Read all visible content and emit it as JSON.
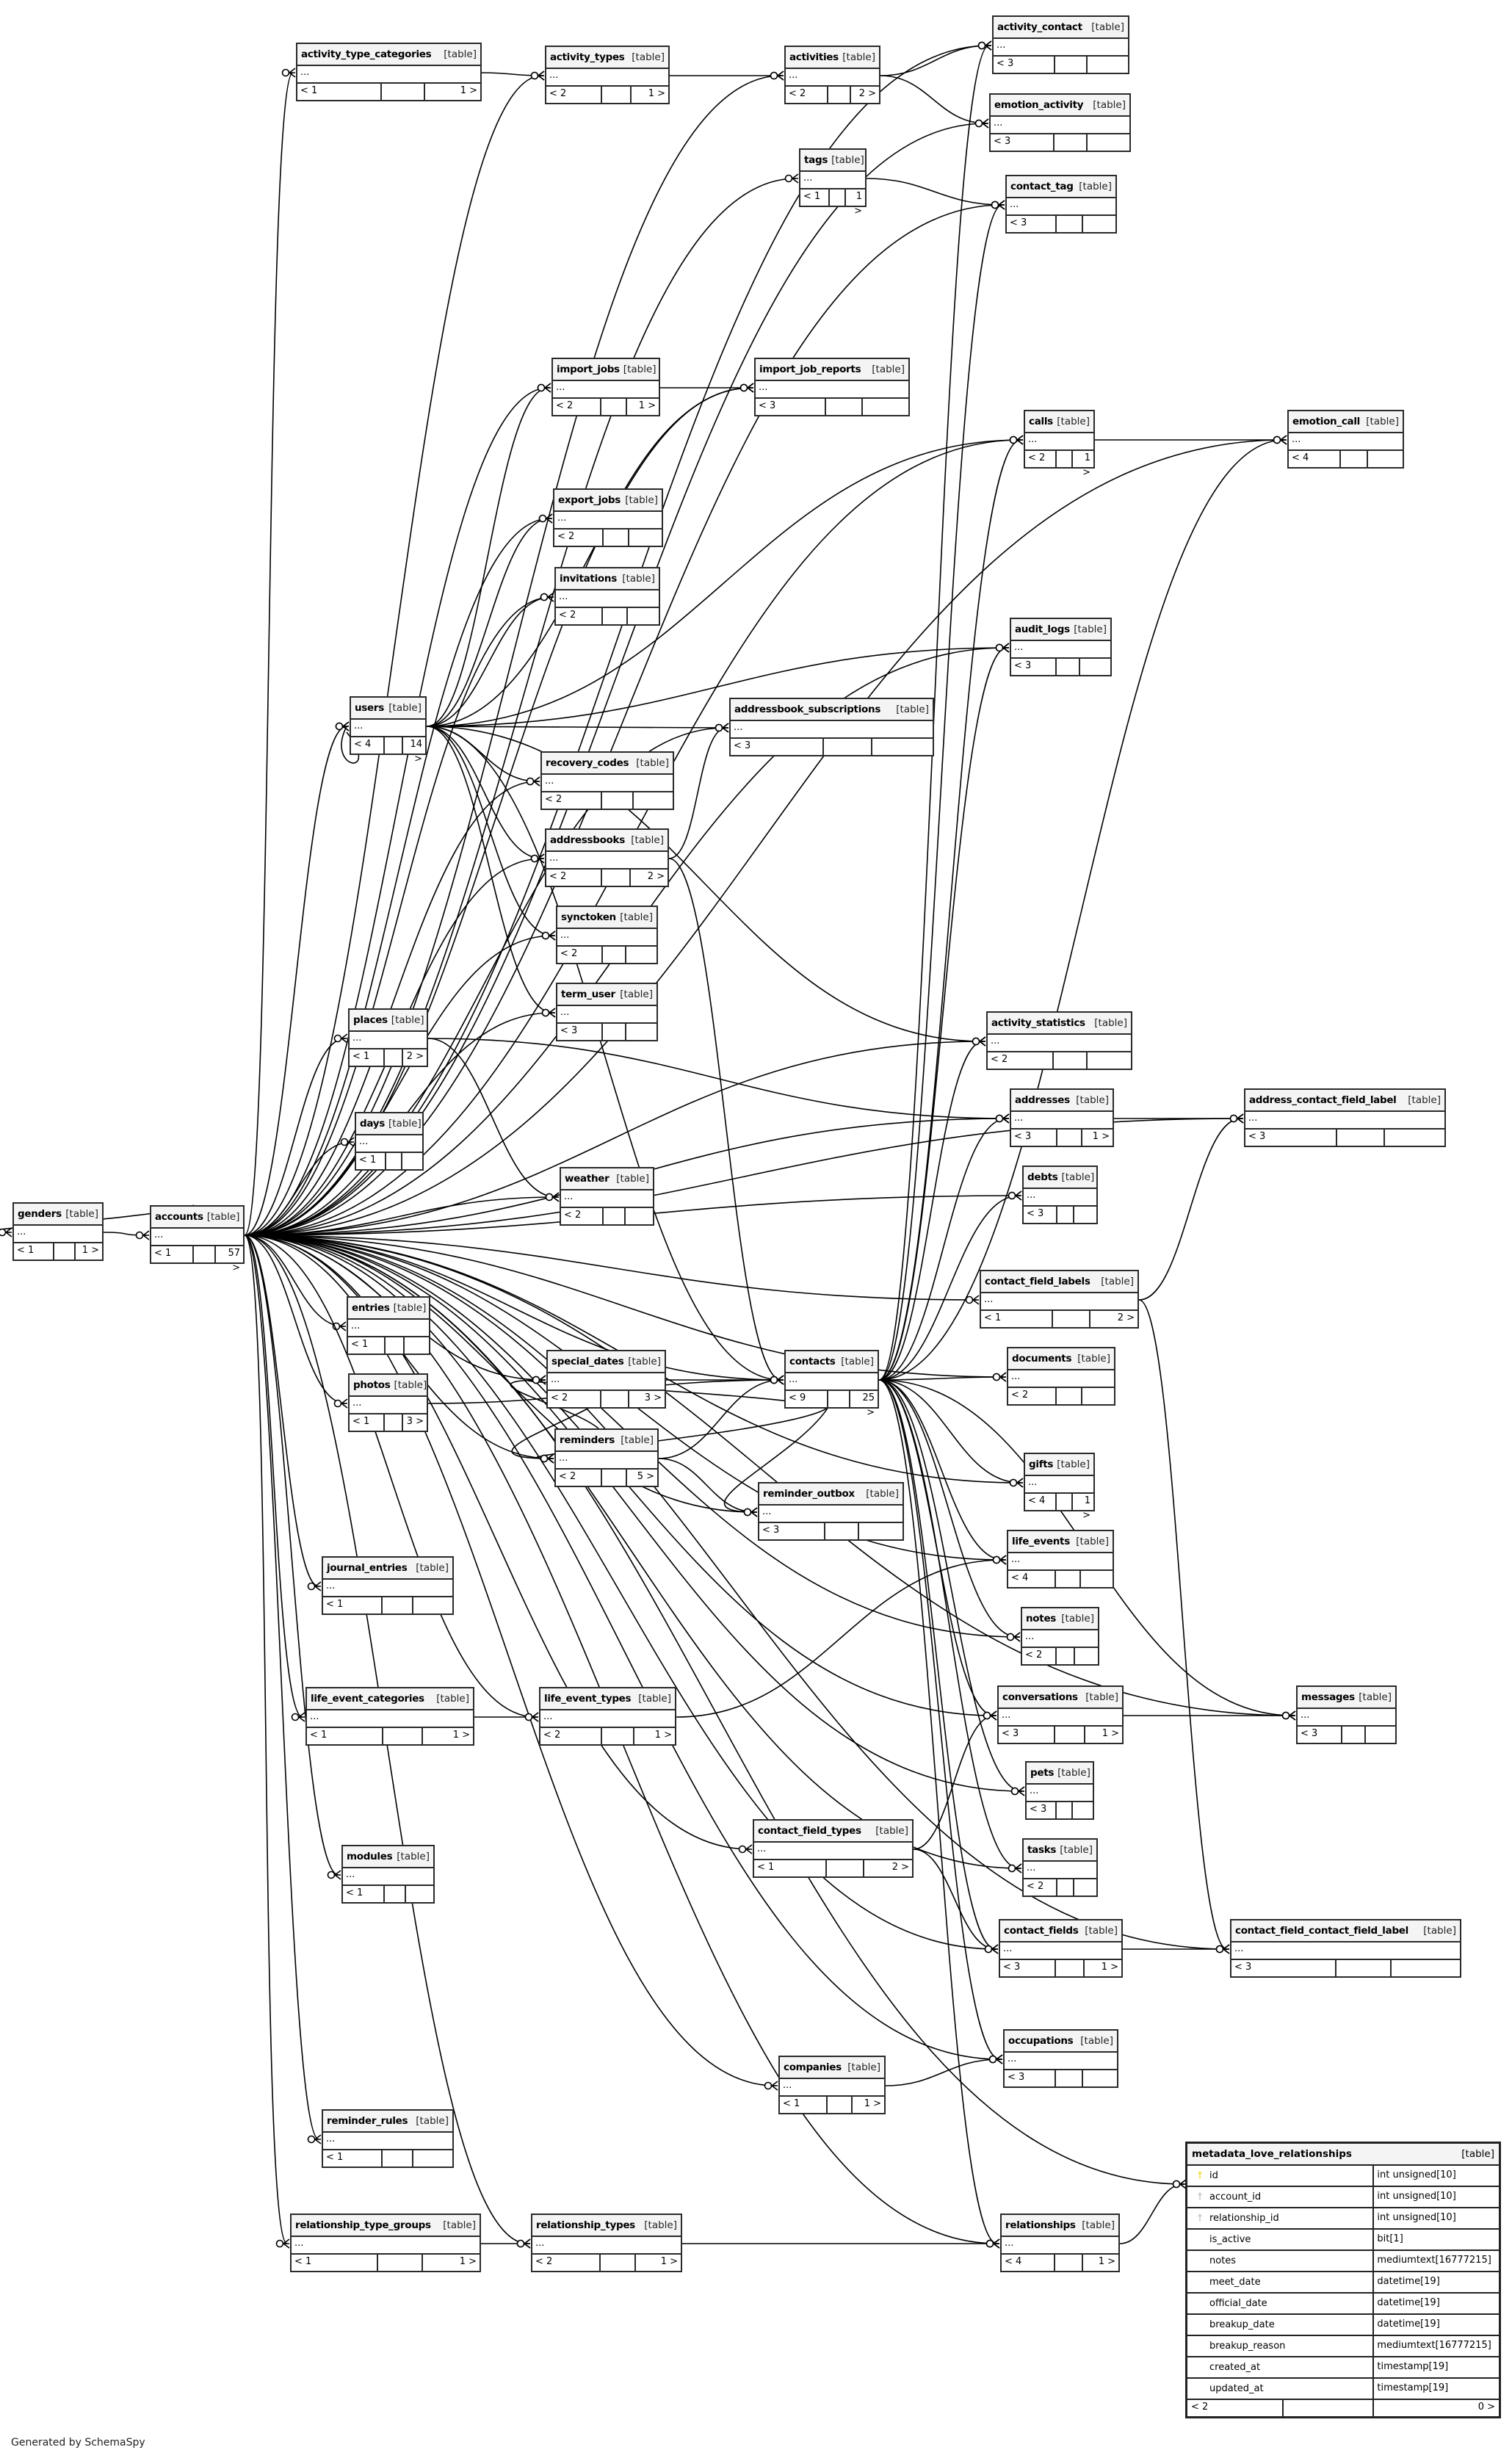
{
  "diagram": {
    "type_label": "[table]",
    "placeholder_row": "...",
    "tables": [
      {
        "name": "activity_type_categories",
        "parents": "1",
        "children": "1"
      },
      {
        "name": "activity_types",
        "parents": "2",
        "children": "1"
      },
      {
        "name": "activities",
        "parents": "2",
        "children": "2"
      },
      {
        "name": "activity_contact",
        "parents": "3",
        "children": ""
      },
      {
        "name": "emotion_activity",
        "parents": "3",
        "children": ""
      },
      {
        "name": "tags",
        "parents": "1",
        "children": "1"
      },
      {
        "name": "contact_tag",
        "parents": "3",
        "children": ""
      },
      {
        "name": "import_jobs",
        "parents": "2",
        "children": "1"
      },
      {
        "name": "import_job_reports",
        "parents": "3",
        "children": ""
      },
      {
        "name": "calls",
        "parents": "2",
        "children": "1"
      },
      {
        "name": "emotion_call",
        "parents": "4",
        "children": ""
      },
      {
        "name": "export_jobs",
        "parents": "2",
        "children": ""
      },
      {
        "name": "invitations",
        "parents": "2",
        "children": ""
      },
      {
        "name": "audit_logs",
        "parents": "3",
        "children": ""
      },
      {
        "name": "users",
        "parents": "4",
        "children": "14"
      },
      {
        "name": "addressbook_subscriptions",
        "parents": "3",
        "children": ""
      },
      {
        "name": "recovery_codes",
        "parents": "2",
        "children": ""
      },
      {
        "name": "addressbooks",
        "parents": "2",
        "children": "2"
      },
      {
        "name": "synctoken",
        "parents": "2",
        "children": ""
      },
      {
        "name": "term_user",
        "parents": "3",
        "children": ""
      },
      {
        "name": "places",
        "parents": "1",
        "children": "2"
      },
      {
        "name": "activity_statistics",
        "parents": "2",
        "children": ""
      },
      {
        "name": "addresses",
        "parents": "3",
        "children": "1"
      },
      {
        "name": "address_contact_field_label",
        "parents": "3",
        "children": ""
      },
      {
        "name": "days",
        "parents": "1",
        "children": ""
      },
      {
        "name": "debts",
        "parents": "3",
        "children": ""
      },
      {
        "name": "weather",
        "parents": "2",
        "children": ""
      },
      {
        "name": "genders",
        "parents": "1",
        "children": "1"
      },
      {
        "name": "accounts",
        "parents": "1",
        "children": "57"
      },
      {
        "name": "contact_field_labels",
        "parents": "1",
        "children": "2"
      },
      {
        "name": "entries",
        "parents": "1",
        "children": ""
      },
      {
        "name": "documents",
        "parents": "2",
        "children": ""
      },
      {
        "name": "special_dates",
        "parents": "2",
        "children": "3"
      },
      {
        "name": "contacts",
        "parents": "9",
        "children": "25"
      },
      {
        "name": "photos",
        "parents": "1",
        "children": "3"
      },
      {
        "name": "reminders",
        "parents": "2",
        "children": "5"
      },
      {
        "name": "gifts",
        "parents": "4",
        "children": "1"
      },
      {
        "name": "reminder_outbox",
        "parents": "3",
        "children": ""
      },
      {
        "name": "life_events",
        "parents": "4",
        "children": ""
      },
      {
        "name": "journal_entries",
        "parents": "1",
        "children": ""
      },
      {
        "name": "notes",
        "parents": "2",
        "children": ""
      },
      {
        "name": "life_event_categories",
        "parents": "1",
        "children": "1"
      },
      {
        "name": "life_event_types",
        "parents": "2",
        "children": "1"
      },
      {
        "name": "conversations",
        "parents": "3",
        "children": "1"
      },
      {
        "name": "messages",
        "parents": "3",
        "children": ""
      },
      {
        "name": "pets",
        "parents": "3",
        "children": ""
      },
      {
        "name": "contact_field_types",
        "parents": "1",
        "children": "2"
      },
      {
        "name": "tasks",
        "parents": "2",
        "children": ""
      },
      {
        "name": "modules",
        "parents": "1",
        "children": ""
      },
      {
        "name": "contact_fields",
        "parents": "3",
        "children": "1"
      },
      {
        "name": "contact_field_contact_field_label",
        "parents": "3",
        "children": ""
      },
      {
        "name": "occupations",
        "parents": "3",
        "children": ""
      },
      {
        "name": "companies",
        "parents": "1",
        "children": "1"
      },
      {
        "name": "reminder_rules",
        "parents": "1",
        "children": ""
      },
      {
        "name": "relationship_type_groups",
        "parents": "1",
        "children": "1"
      },
      {
        "name": "relationship_types",
        "parents": "2",
        "children": "1"
      },
      {
        "name": "relationships",
        "parents": "4",
        "children": "1"
      }
    ],
    "focus_table": {
      "name": "metadata_love_relationships",
      "type_label": "[table]",
      "columns": [
        {
          "name": "id",
          "type": "int unsigned[10]",
          "key": "primary-key"
        },
        {
          "name": "account_id",
          "type": "int unsigned[10]",
          "key": "foreign-key"
        },
        {
          "name": "relationship_id",
          "type": "int unsigned[10]",
          "key": "foreign-key"
        },
        {
          "name": "is_active",
          "type": "bit[1]",
          "key": ""
        },
        {
          "name": "notes",
          "type": "mediumtext[16777215]",
          "key": ""
        },
        {
          "name": "meet_date",
          "type": "datetime[19]",
          "key": ""
        },
        {
          "name": "official_date",
          "type": "datetime[19]",
          "key": ""
        },
        {
          "name": "breakup_date",
          "type": "datetime[19]",
          "key": ""
        },
        {
          "name": "breakup_reason",
          "type": "mediumtext[16777215]",
          "key": ""
        },
        {
          "name": "created_at",
          "type": "timestamp[19]",
          "key": ""
        },
        {
          "name": "updated_at",
          "type": "timestamp[19]",
          "key": ""
        }
      ],
      "parents": "2",
      "children": "0"
    },
    "relationships": [
      [
        "activity_type_categories",
        "activity_types"
      ],
      [
        "activity_types",
        "activities"
      ],
      [
        "activities",
        "activity_contact"
      ],
      [
        "activities",
        "emotion_activity"
      ],
      [
        "tags",
        "contact_tag"
      ],
      [
        "import_jobs",
        "import_job_reports"
      ],
      [
        "calls",
        "emotion_call"
      ],
      [
        "genders",
        "accounts"
      ],
      [
        "accounts",
        "genders"
      ],
      [
        "accounts",
        "activity_type_categories"
      ],
      [
        "accounts",
        "activity_types"
      ],
      [
        "accounts",
        "activities"
      ],
      [
        "accounts",
        "activity_contact"
      ],
      [
        "accounts",
        "emotion_activity"
      ],
      [
        "accounts",
        "tags"
      ],
      [
        "accounts",
        "contact_tag"
      ],
      [
        "accounts",
        "import_jobs"
      ],
      [
        "accounts",
        "import_job_reports"
      ],
      [
        "accounts",
        "calls"
      ],
      [
        "accounts",
        "emotion_call"
      ],
      [
        "accounts",
        "export_jobs"
      ],
      [
        "accounts",
        "invitations"
      ],
      [
        "accounts",
        "audit_logs"
      ],
      [
        "accounts",
        "users"
      ],
      [
        "accounts",
        "addressbook_subscriptions"
      ],
      [
        "accounts",
        "recovery_codes"
      ],
      [
        "accounts",
        "addressbooks"
      ],
      [
        "accounts",
        "synctoken"
      ],
      [
        "accounts",
        "term_user"
      ],
      [
        "accounts",
        "places"
      ],
      [
        "accounts",
        "activity_statistics"
      ],
      [
        "accounts",
        "addresses"
      ],
      [
        "accounts",
        "address_contact_field_label"
      ],
      [
        "accounts",
        "days"
      ],
      [
        "accounts",
        "debts"
      ],
      [
        "accounts",
        "weather"
      ],
      [
        "accounts",
        "contact_field_labels"
      ],
      [
        "accounts",
        "entries"
      ],
      [
        "accounts",
        "documents"
      ],
      [
        "accounts",
        "special_dates"
      ],
      [
        "accounts",
        "contacts"
      ],
      [
        "accounts",
        "photos"
      ],
      [
        "accounts",
        "reminders"
      ],
      [
        "accounts",
        "gifts"
      ],
      [
        "accounts",
        "reminder_outbox"
      ],
      [
        "accounts",
        "life_events"
      ],
      [
        "accounts",
        "journal_entries"
      ],
      [
        "accounts",
        "notes"
      ],
      [
        "accounts",
        "life_event_categories"
      ],
      [
        "accounts",
        "life_event_types"
      ],
      [
        "accounts",
        "conversations"
      ],
      [
        "accounts",
        "messages"
      ],
      [
        "accounts",
        "pets"
      ],
      [
        "accounts",
        "contact_field_types"
      ],
      [
        "accounts",
        "tasks"
      ],
      [
        "accounts",
        "modules"
      ],
      [
        "accounts",
        "contact_fields"
      ],
      [
        "accounts",
        "contact_field_contact_field_label"
      ],
      [
        "accounts",
        "occupations"
      ],
      [
        "accounts",
        "companies"
      ],
      [
        "accounts",
        "reminder_rules"
      ],
      [
        "accounts",
        "relationship_type_groups"
      ],
      [
        "accounts",
        "relationship_types"
      ],
      [
        "accounts",
        "relationships"
      ],
      [
        "accounts",
        "metadata_love_relationships"
      ],
      [
        "users",
        "import_jobs"
      ],
      [
        "users",
        "export_jobs"
      ],
      [
        "users",
        "invitations"
      ],
      [
        "users",
        "audit_logs"
      ],
      [
        "users",
        "addressbook_subscriptions"
      ],
      [
        "users",
        "recovery_codes"
      ],
      [
        "users",
        "addressbooks"
      ],
      [
        "users",
        "synctoken"
      ],
      [
        "users",
        "term_user"
      ],
      [
        "users",
        "users"
      ],
      [
        "users",
        "contacts"
      ],
      [
        "users",
        "activity_statistics"
      ],
      [
        "users",
        "import_job_reports"
      ],
      [
        "users",
        "calls"
      ],
      [
        "addressbooks",
        "addressbook_subscriptions"
      ],
      [
        "addressbooks",
        "contacts"
      ],
      [
        "places",
        "weather"
      ],
      [
        "places",
        "addresses"
      ],
      [
        "contact_field_labels",
        "address_contact_field_label"
      ],
      [
        "contact_field_labels",
        "contact_field_contact_field_label"
      ],
      [
        "addresses",
        "address_contact_field_label"
      ],
      [
        "photos",
        "contacts"
      ],
      [
        "special_dates",
        "contacts"
      ],
      [
        "special_dates",
        "reminders"
      ],
      [
        "reminders",
        "reminder_outbox"
      ],
      [
        "reminders",
        "contacts"
      ],
      [
        "reminders",
        "special_dates"
      ],
      [
        "contacts",
        "activity_contact"
      ],
      [
        "contacts",
        "contact_tag"
      ],
      [
        "contacts",
        "calls"
      ],
      [
        "contacts",
        "emotion_call"
      ],
      [
        "contacts",
        "audit_logs"
      ],
      [
        "contacts",
        "activity_statistics"
      ],
      [
        "contacts",
        "addresses"
      ],
      [
        "contacts",
        "debts"
      ],
      [
        "contacts",
        "documents"
      ],
      [
        "contacts",
        "gifts"
      ],
      [
        "contacts",
        "life_events"
      ],
      [
        "contacts",
        "notes"
      ],
      [
        "contacts",
        "conversations"
      ],
      [
        "contacts",
        "messages"
      ],
      [
        "contacts",
        "pets"
      ],
      [
        "contacts",
        "tasks"
      ],
      [
        "contacts",
        "contact_fields"
      ],
      [
        "contacts",
        "occupations"
      ],
      [
        "contacts",
        "relationships"
      ],
      [
        "contacts",
        "special_dates"
      ],
      [
        "contacts",
        "reminders"
      ],
      [
        "contacts",
        "reminder_outbox"
      ],
      [
        "life_event_categories",
        "life_event_types"
      ],
      [
        "life_event_types",
        "life_events"
      ],
      [
        "conversations",
        "messages"
      ],
      [
        "contact_field_types",
        "contact_fields"
      ],
      [
        "contact_field_types",
        "conversations"
      ],
      [
        "contact_fields",
        "contact_field_contact_field_label"
      ],
      [
        "companies",
        "occupations"
      ],
      [
        "relationship_type_groups",
        "relationship_types"
      ],
      [
        "relationship_types",
        "relationships"
      ],
      [
        "relationships",
        "metadata_love_relationships"
      ]
    ]
  },
  "footer": {
    "generated_by": "Generated by SchemaSpy"
  }
}
